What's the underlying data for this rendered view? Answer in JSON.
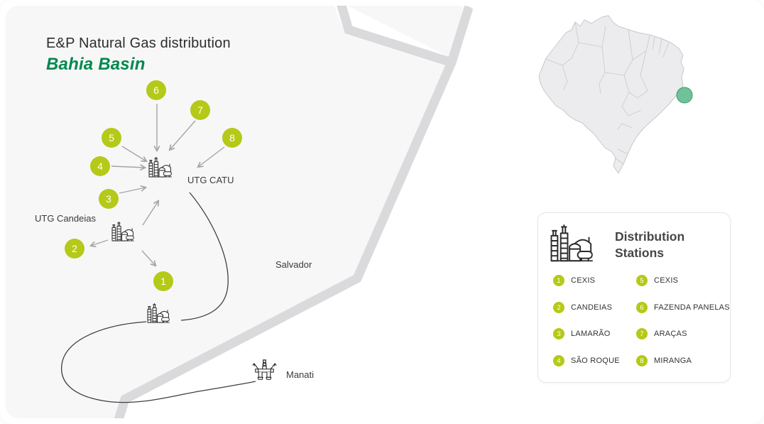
{
  "title": {
    "line1": "E&P Natural Gas distribution",
    "line2": "Bahia Basin"
  },
  "map": {
    "markers": [
      {
        "num": "1"
      },
      {
        "num": "2"
      },
      {
        "num": "3"
      },
      {
        "num": "4"
      },
      {
        "num": "5"
      },
      {
        "num": "6"
      },
      {
        "num": "7"
      },
      {
        "num": "8"
      }
    ],
    "labels": {
      "utg_catu": "UTG CATU",
      "utg_candeias": "UTG Candeias",
      "salvador": "Salvador",
      "manati": "Manati"
    }
  },
  "legend": {
    "title_line1": "Distribution",
    "title_line2": "Stations",
    "items": [
      {
        "num": "1",
        "label": "CEXIS"
      },
      {
        "num": "2",
        "label": "CANDEIAS"
      },
      {
        "num": "3",
        "label": "LAMARÃO"
      },
      {
        "num": "4",
        "label": "SÃO ROQUE"
      },
      {
        "num": "5",
        "label": "CEXIS"
      },
      {
        "num": "6",
        "label": "FAZENDA PANELAS"
      },
      {
        "num": "7",
        "label": "ARAÇAS"
      },
      {
        "num": "8",
        "label": "MIRANGA"
      }
    ]
  },
  "colors": {
    "accent_green": "#00884d",
    "marker_green": "#b5c918",
    "land_gray": "#f7f7f8",
    "road_gray": "#dadadc",
    "inset_highlight": "#58b689"
  }
}
